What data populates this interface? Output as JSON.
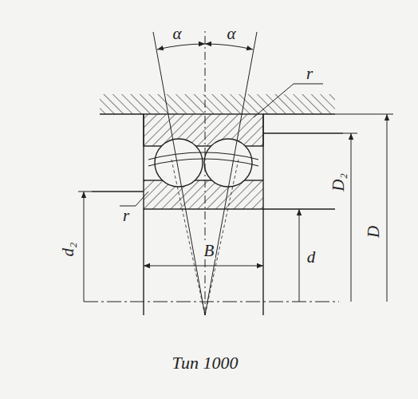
{
  "diagram": {
    "caption": "Тип 1000",
    "labels": [
      "α",
      "α",
      "r",
      "r",
      "B",
      "d",
      "d₂",
      "D₂",
      "D"
    ]
  }
}
